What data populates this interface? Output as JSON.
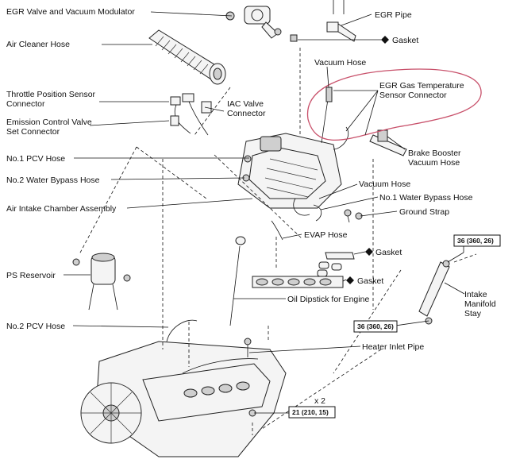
{
  "labels": {
    "egr_valve": "EGR Valve and Vacuum Modulator",
    "air_cleaner_hose": "Air Cleaner Hose",
    "tps_line1": "Throttle Position Sensor",
    "tps_line2": "Connector",
    "ecv_line1": "Emission Control Valve",
    "ecv_line2": "Set Connector",
    "pcv1": "No.1 PCV Hose",
    "water_bypass2": "No.2 Water Bypass Hose",
    "air_intake_chamber": "Air Intake Chamber Assembly",
    "ps_reservoir": "PS Reservoir",
    "pcv2": "No.2 PCV Hose",
    "egr_pipe": "EGR Pipe",
    "gasket_top": "Gasket",
    "vacuum_hose_top": "Vacuum Hose",
    "egr_temp_line1": "EGR Gas Temperature",
    "egr_temp_line2": "Sensor Connector",
    "iac_line1": "IAC Valve",
    "iac_line2": "Connector",
    "brake_line1": "Brake Booster",
    "brake_line2": "Vacuum Hose",
    "vacuum_hose_mid": "Vacuum Hose",
    "water_bypass1": "No.1 Water Bypass Hose",
    "ground_strap": "Ground Strap",
    "evap_hose": "EVAP Hose",
    "gasket_mid1": "Gasket",
    "gasket_mid2": "Gasket",
    "oil_dipstick": "Oil Dipstick for Engine",
    "intake_stay_line1": "Intake",
    "intake_stay_line2": "Manifold",
    "intake_stay_line3": "Stay",
    "heater_pipe": "Heater Inlet Pipe",
    "x2": "x 2"
  },
  "torque": {
    "stay_upper": "36 (360, 26)",
    "stay_lower": "36 (360, 26)",
    "bottom": "21 (210, 15)"
  },
  "icons": {
    "gasket_marker": "black-diamond",
    "highlight_color": "#c8506a",
    "line_color": "#111111"
  }
}
